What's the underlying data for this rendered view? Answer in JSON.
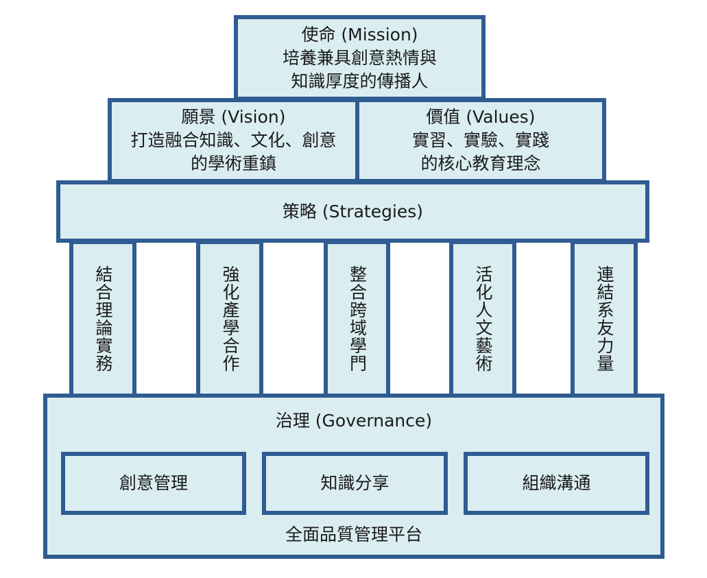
{
  "mission": {
    "title": "使命 (Mission)",
    "line1": "培養兼具創意熱情與",
    "line2": "知識厚度的傳播人"
  },
  "vision": {
    "title": "願景 (Vision)",
    "line1": "打造融合知識、文化、創意",
    "line2": "的學術重鎮"
  },
  "values": {
    "title": "價值 (Values)",
    "line1": "實習、實驗、實踐",
    "line2": "的核心教育理念"
  },
  "strategies": {
    "title": "策略 (Strategies)"
  },
  "pillars": [
    "結合理論實務",
    "強化產學合作",
    "整合跨域學門",
    "活化人文藝術",
    "連結系友力量"
  ],
  "governance": {
    "title": "治理 (Governance)",
    "items": [
      "創意管理",
      "知識分享",
      "組織溝通"
    ],
    "footer": "全面品質管理平台"
  }
}
